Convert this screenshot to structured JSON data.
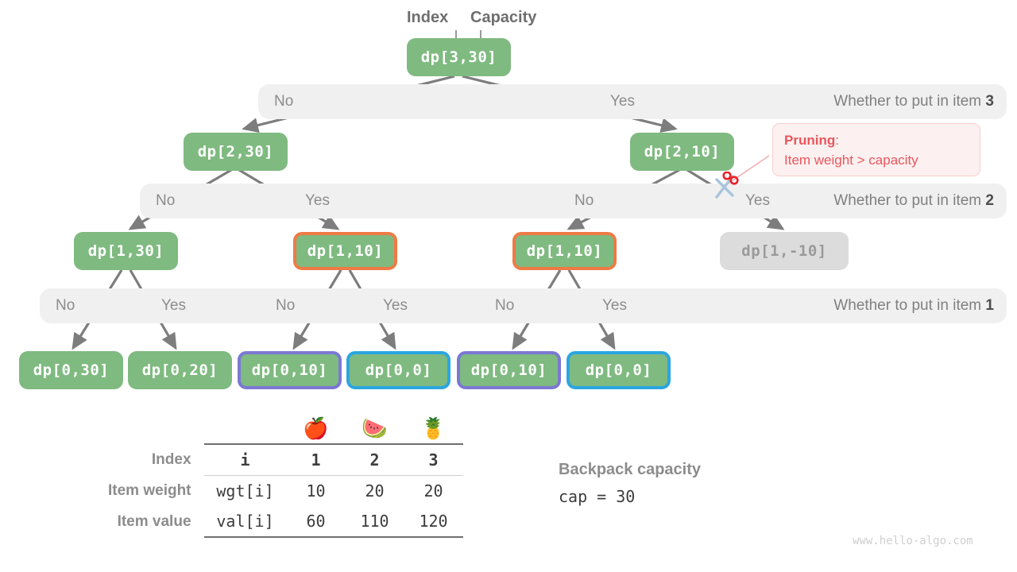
{
  "annotations": {
    "index_label": "Index",
    "capacity_label": "Capacity"
  },
  "tree": {
    "levels": [
      {
        "bar": {
          "no": "No",
          "yes": "Yes",
          "question_prefix": "Whether to put in item ",
          "question_item": "3"
        },
        "nodes": [
          {
            "label": "dp[3,30]",
            "state": "green",
            "border": "none"
          }
        ]
      },
      {
        "bar": {
          "no1": "No",
          "yes1": "Yes",
          "no2": "No",
          "yes2": "Yes",
          "question_prefix": "Whether to put in item ",
          "question_item": "2"
        },
        "nodes": [
          {
            "label": "dp[2,30]",
            "state": "green",
            "border": "none"
          },
          {
            "label": "dp[2,10]",
            "state": "green",
            "border": "none"
          }
        ]
      },
      {
        "bar": {
          "no1": "No",
          "yes1": "Yes",
          "no2": "No",
          "yes2": "Yes",
          "no3": "No",
          "yes3": "Yes",
          "question_prefix": "Whether to put in item ",
          "question_item": "1"
        },
        "nodes": [
          {
            "label": "dp[1,30]",
            "state": "green",
            "border": "none"
          },
          {
            "label": "dp[1,10]",
            "state": "green",
            "border": "orange"
          },
          {
            "label": "dp[1,10]",
            "state": "green",
            "border": "orange"
          },
          {
            "label": "dp[1,-10]",
            "state": "gray",
            "border": "none"
          }
        ]
      },
      {
        "nodes": [
          {
            "label": "dp[0,30]",
            "state": "green",
            "border": "none"
          },
          {
            "label": "dp[0,20]",
            "state": "green",
            "border": "none"
          },
          {
            "label": "dp[0,10]",
            "state": "green",
            "border": "purple"
          },
          {
            "label": "dp[0,0]",
            "state": "green",
            "border": "blue"
          },
          {
            "label": "dp[0,10]",
            "state": "green",
            "border": "purple"
          },
          {
            "label": "dp[0,0]",
            "state": "green",
            "border": "blue"
          }
        ]
      }
    ]
  },
  "pruning_callout": {
    "title": "Pruning",
    "colon": ":",
    "text": "Item weight > capacity"
  },
  "table": {
    "emojis": [
      "apple-icon",
      "watermelon-icon",
      "pineapple-icon"
    ],
    "emoji_glyphs": [
      "🍎",
      "🍉",
      "🍍"
    ],
    "rows": [
      {
        "label": "Index",
        "key": "i",
        "values": [
          "1",
          "2",
          "3"
        ],
        "bold": true
      },
      {
        "label": "Item weight",
        "key": "wgt[i]",
        "values": [
          "10",
          "20",
          "20"
        ],
        "bold": false
      },
      {
        "label": "Item value",
        "key": "val[i]",
        "values": [
          "60",
          "110",
          "120"
        ],
        "bold": false
      }
    ]
  },
  "capacity": {
    "label": "Backpack capacity",
    "value": "cap = 30"
  },
  "watermark": "www.hello-algo.com",
  "colors": {
    "node_green": "#7fba80",
    "node_gray": "#dcdcdc",
    "border_orange": "#ef7a45",
    "border_purple": "#7b78d4",
    "border_blue": "#2ba6e0",
    "bar_bg": "#f0f0f0",
    "edge": "#7d7d7d",
    "prune_red": "#e8575c"
  }
}
